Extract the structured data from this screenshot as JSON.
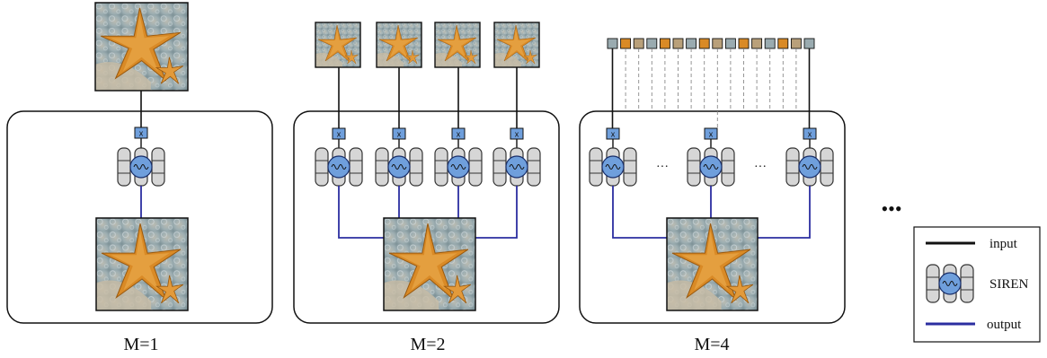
{
  "panels": [
    {
      "label": "M=1",
      "input_marker": "x"
    },
    {
      "label": "M=2",
      "input_marker": "x"
    },
    {
      "label": "M=4",
      "input_marker": "x",
      "between_dots": "···"
    }
  ],
  "trailing_dots": "•••",
  "legend": {
    "input_label": "input",
    "siren_label": "SIREN",
    "output_label": "output"
  },
  "colors": {
    "input_line": "#111111",
    "output_line": "#2b2ea0",
    "siren_node": "#6f9fdc",
    "x_box": "#6f9fdc",
    "siren_cell": "#d6d6d6",
    "image_bg": "#8fa3a8",
    "starfish": "#d98a26"
  }
}
